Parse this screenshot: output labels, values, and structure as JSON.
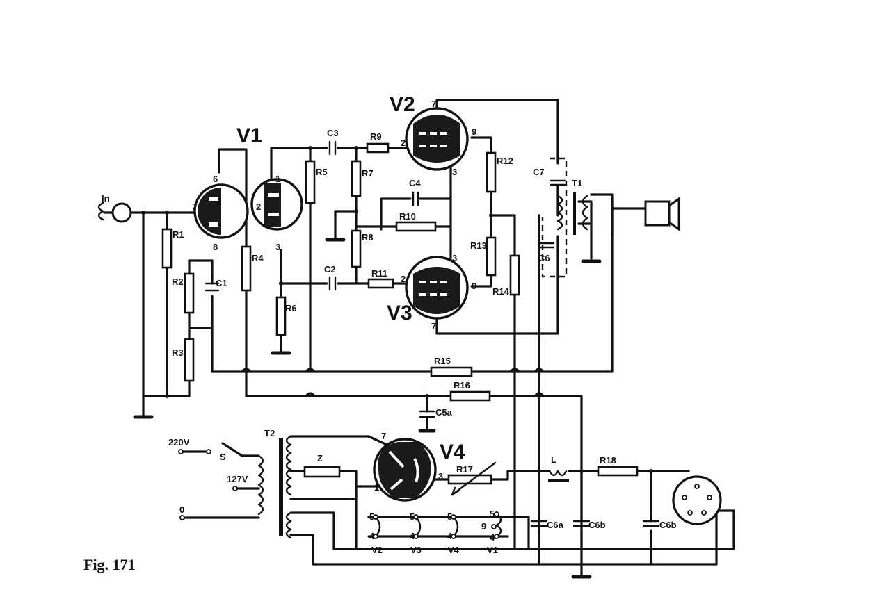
{
  "figure": {
    "caption": "Fig. 171"
  },
  "tubes": [
    {
      "id": "V1",
      "label": "V1",
      "pins": [
        "6",
        "7",
        "8",
        "1",
        "2",
        "3"
      ]
    },
    {
      "id": "V2",
      "label": "V2",
      "pins": [
        "7",
        "2",
        "9",
        "3"
      ]
    },
    {
      "id": "V3",
      "label": "V3",
      "pins": [
        "3",
        "2",
        "9",
        "7"
      ]
    },
    {
      "id": "V4",
      "label": "V4",
      "pins": [
        "7",
        "1",
        "3"
      ]
    }
  ],
  "input": {
    "label": "In"
  },
  "resistors": [
    "R1",
    "R2",
    "R3",
    "R4",
    "R5",
    "R6",
    "R7",
    "R8",
    "R9",
    "R10",
    "R11",
    "R12",
    "R13",
    "R14",
    "R15",
    "R16",
    "R17",
    "R18"
  ],
  "capacitors": {
    "c1": "C1",
    "c2": "C2",
    "c3": "C3",
    "c4": "C4",
    "c5a_top": "C5a",
    "c6": "C6",
    "c7": "C7",
    "c6a": "C6a",
    "c6b": "C6b",
    "c6b2": "C6b"
  },
  "transformers": {
    "t1": "T1",
    "t2": "T2"
  },
  "inductors": {
    "choke": "L",
    "z": "Z"
  },
  "switch": {
    "label": "S"
  },
  "mains": {
    "v220": "220V",
    "v127": "127V",
    "v0": "0"
  },
  "heater_taps": [
    {
      "tube": "V2",
      "pins": [
        "5",
        "4"
      ]
    },
    {
      "tube": "V3",
      "pins": [
        "5",
        "4"
      ]
    },
    {
      "tube": "V4",
      "pins": [
        "5",
        "4"
      ]
    },
    {
      "tube": "V1",
      "pins": [
        "5",
        "9",
        "4"
      ]
    }
  ]
}
